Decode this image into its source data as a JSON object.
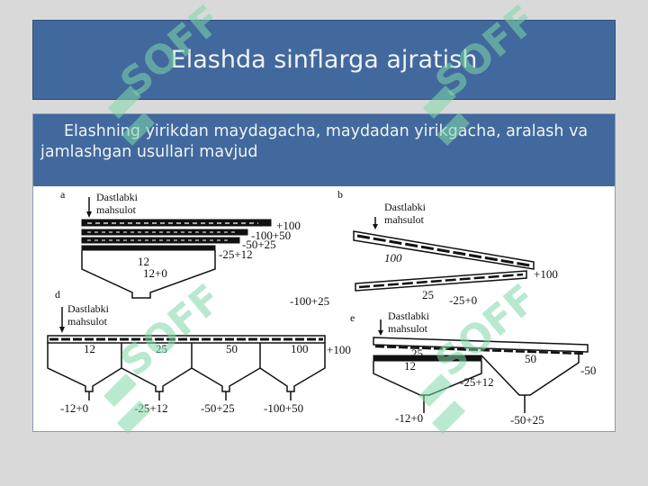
{
  "slide": {
    "title": "Elashda sinflarga ajratish",
    "body": "Elashning yirikdan maydagacha, maydadan yirikgacha, aralash va jamlashgan usullari mavjud"
  },
  "figure": {
    "panel_a": {
      "letter": "a",
      "label": [
        "Dastlabki",
        "mahsulot"
      ],
      "deck_labels": [
        "+100",
        "-100+50",
        "-50+25",
        "-25+12"
      ],
      "inner_labels": [
        "12",
        "12+0"
      ]
    },
    "panel_b": {
      "letter": "b",
      "label": [
        "Dastlabki",
        "mahsulot"
      ],
      "inner_labels": [
        "100",
        "25"
      ],
      "outputs": [
        "+100",
        "-100+25",
        "-25+0"
      ]
    },
    "panel_d": {
      "letter": "d",
      "label": [
        "Dastlabki",
        "mahsulot"
      ],
      "inner_labels": [
        "12",
        "25",
        "50",
        "100"
      ],
      "outputs": [
        "+100",
        "-12+0",
        "-25+12",
        "-50+25",
        "-100+50"
      ]
    },
    "panel_e": {
      "letter": "e",
      "label": [
        "Dastlabki",
        "mahsulot"
      ],
      "inner_labels": [
        "25",
        "12",
        "50"
      ],
      "outputs": [
        "-50",
        "-25+12",
        "-12+0",
        "-50+25"
      ]
    }
  },
  "watermark": "SOFF",
  "colors": {
    "band": "#41699e",
    "background": "#d9d9d9",
    "watermark": "#7fd8a8"
  }
}
